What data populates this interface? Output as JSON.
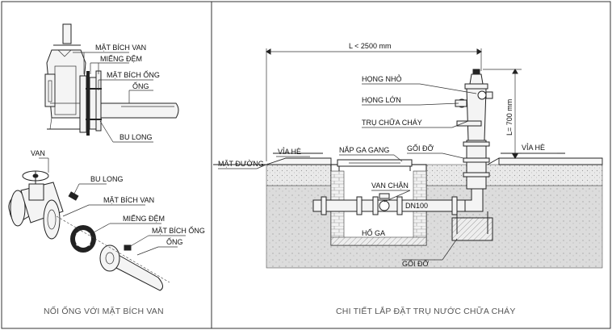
{
  "left_panel": {
    "caption": "NỐI ỐNG VỚI MẶT BÍCH VAN",
    "top_labels": {
      "mat_bich_van": "MẶT BÍCH VAN",
      "mieng_dem": "MIẾNG ĐỆM",
      "mat_bich_ong": "MẶT BÍCH ỐNG",
      "ong": "ỐNG",
      "bu_long": "BU LONG"
    },
    "bottom_labels": {
      "van": "VAN",
      "bu_long": "BU LONG",
      "mat_bich_van": "MẶT BÍCH VAN",
      "mieng_dem": "MIẾNG ĐỆM",
      "mat_bich_ong": "MẶT BÍCH ỐNG",
      "ong": "ỐNG"
    }
  },
  "right_panel": {
    "caption": "CHI TIẾT LẮP ĐẶT TRỤ NƯỚC CHỮA CHÁY",
    "dim_length": "L < 2500 mm",
    "dim_height": "L= 700 mm",
    "labels": {
      "hong_nho": "HỌNG NHỎ",
      "hong_lon": "HỌNG LỚN",
      "tru_chua_chay": "TRỤ CHỮA CHÁY",
      "via_he_left": "VỈA HÈ",
      "via_he_right": "VỈA HÈ",
      "mat_duong": "MẶT ĐƯỜNG",
      "nap_ga_gang": "NẮP GA GANG",
      "goi_do_top": "GỐI ĐỠ",
      "van_chan": "VAN CHẶN",
      "dn100": "DN100",
      "ho_ga": "HỐ GA",
      "goi_do_bottom": "GỐI ĐỠ"
    }
  }
}
